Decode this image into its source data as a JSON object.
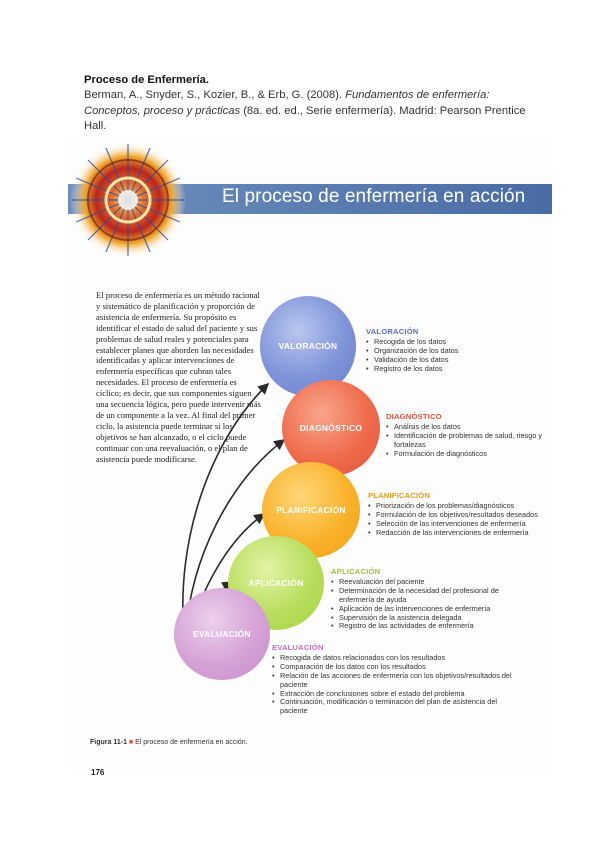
{
  "citation": {
    "title": "Proceso de Enfermería.",
    "authors": "Berman, A., Snyder, S., Kozier, B., & Erb, G. (2008). ",
    "book_title": "Fundamentos de enfermería: Conceptos, proceso y prácticas",
    "publication": " (8a. ed. ed., Serie enfermería). Madrid: Pearson Prentice Hall."
  },
  "banner": {
    "title": "El proceso de enfermería en acción"
  },
  "intro": "El proceso de enfermería es un método racional y sistemático de planificación y proporción de asistencia de enfermería. Su propósito es identificar el estado de salud del paciente y sus problemas de salud reales y potenciales para establecer planes que aborden las necesidades identificadas y aplicar intervenciones de enfermería específicas que cubran tales necesidades. El proceso de enfermería es cíclico; es decir, que sus componentes siguen una secuencia lógica, pero puede intervenir más de un componente a la vez. Al final del primer ciclo, la asistencia puede terminar si los objetivos se han alcanzado, o el ciclo puede continuar con una reevaluación, o el plan de asistencia puede modificarse.",
  "steps": [
    {
      "circle_label": "VALORACIÓN",
      "heading": "VALORACIÓN",
      "color": "#5a6fc1",
      "items": [
        "Recogida de los datos",
        "Organización de los datos",
        "Validación de los datos",
        "Registro de los datos"
      ]
    },
    {
      "circle_label": "DIAGNÓSTICO",
      "heading": "DIAGNÓSTICO",
      "color": "#e2553a",
      "items": [
        "Análisis de los datos",
        "Identificación de problemas de salud, riesgo y fortalezas",
        "Formulación de diagnósticos"
      ]
    },
    {
      "circle_label": "PLANIFICACIÓN",
      "heading": "PLANIFICACIÓN",
      "color": "#ef9a10",
      "items": [
        "Priorización de los problemas/diagnósticos",
        "Formulación de los objetivos/resultados deseados",
        "Selección de las intervenciones de enfermería",
        "Redacción de las intervenciones de enfermería"
      ]
    },
    {
      "circle_label": "APLICACIÓN",
      "heading": "APLICACIÓN",
      "color": "#98c23a",
      "items": [
        "Reevaluación del paciente",
        "Determinación de la necesidad del profesional de enfermería de ayuda",
        "Aplicación de las intervenciones de enfermería",
        "Supervisión de la asistencia delegada",
        "Registro de las actividades de enfermería"
      ]
    },
    {
      "circle_label": "EVALUACIÓN",
      "heading": "EVALUACIÓN",
      "color": "#c06fc3",
      "items": [
        "Recogida de datos relacionados con los resultados",
        "Comparación de los datos con los resultados",
        "Relación de las acciones de enfermería con los objetivos/resultados del paciente",
        "Extracción de conclusiones sobre el estado del problema",
        "Continuación, modificación o terminación del plan de asistencia del paciente"
      ]
    }
  ],
  "caption": {
    "figure": "Figura 11-1",
    "text": "El proceso de enfermería en acción."
  },
  "page_number": "176"
}
